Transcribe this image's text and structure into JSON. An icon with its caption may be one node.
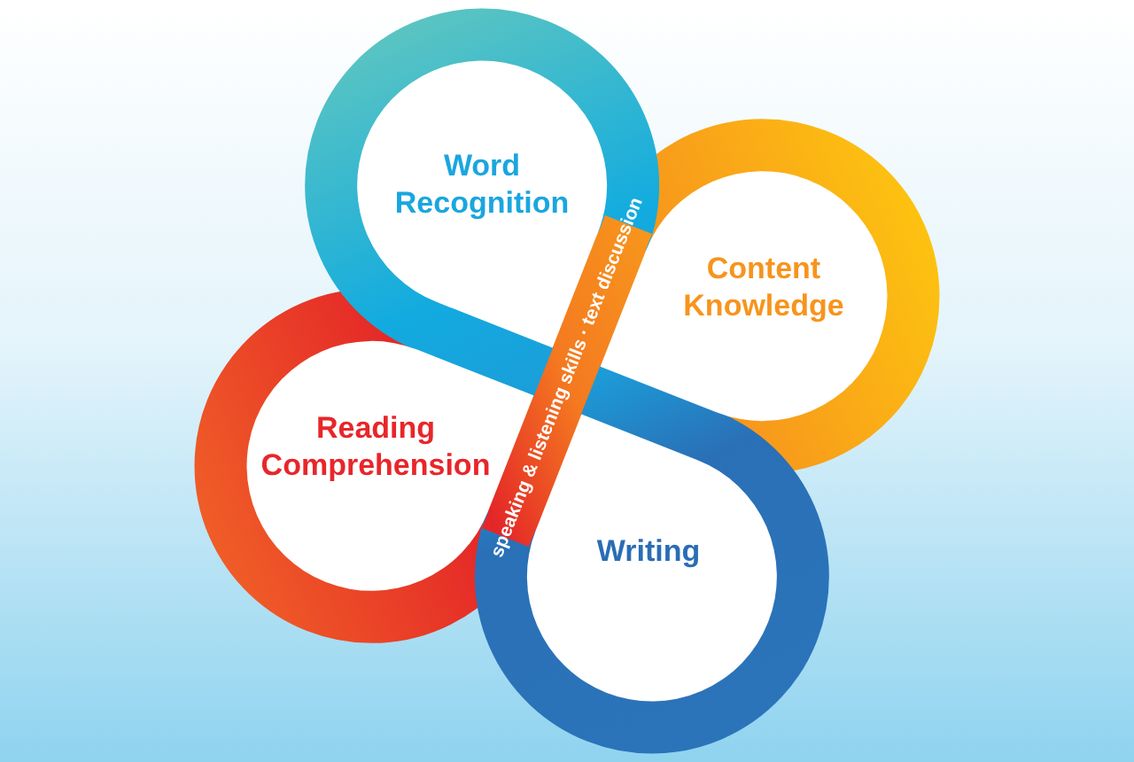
{
  "diagram": {
    "nodes": [
      {
        "text": [
          "Word Recognition"
        ]
      },
      {
        "text": [
          "Content Knowledge"
        ]
      },
      {
        "text": [
          "Reading Comprehension"
        ]
      },
      {
        "text": [
          "Writing"
        ]
      }
    ],
    "edges": [
      {
        "from": 0,
        "to": 3,
        "arrow": "none",
        "color": "#1b9ed9"
      },
      {
        "from": 1,
        "to": 2,
        "arrow": "none",
        "label": "speaking & listening skills · text discussion",
        "color": "#f47920"
      }
    ]
  }
}
